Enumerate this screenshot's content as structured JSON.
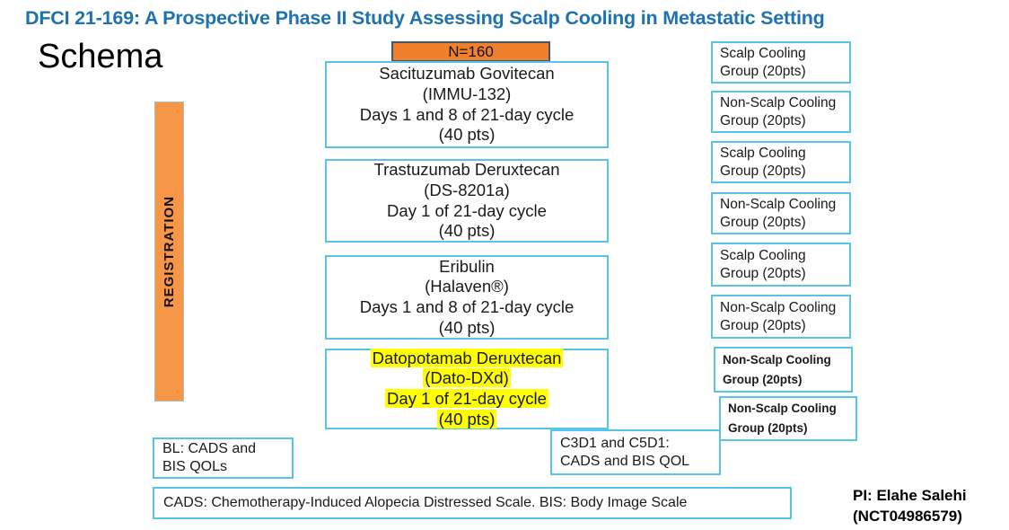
{
  "title": "DFCI 21-169: A Prospective Phase II Study Assessing Scalp Cooling in Metastatic Setting",
  "schema_heading": "Schema",
  "n_total": "N=160",
  "registration_label": "REGISTRATION",
  "treatment_arms": [
    {
      "name": "Sacituzumab Govitecan",
      "lines": [
        "Sacituzumab Govitecan",
        "(IMMU-132)",
        "Days 1 and 8 of 21-day cycle",
        "(40 pts)"
      ],
      "highlighted": false
    },
    {
      "name": "Trastuzumab Deruxtecan",
      "lines": [
        "Trastuzumab Deruxtecan",
        "(DS-8201a)",
        "Day 1 of 21-day cycle",
        "(40 pts)"
      ],
      "highlighted": false
    },
    {
      "name": "Eribulin",
      "lines": [
        "Eribulin",
        "(Halaven®)",
        "Days 1 and 8 of 21-day cycle",
        "(40 pts)"
      ],
      "highlighted": false
    },
    {
      "name": "Datopotamab Deruxtecan",
      "lines": [
        "Datopotamab Deruxtecan",
        "(Dato-DXd)",
        "Day 1 of 21-day cycle",
        "(40 pts)"
      ],
      "highlighted": true
    }
  ],
  "cooling_groups": [
    {
      "line1": "Scalp Cooling",
      "line2": "Group (20pts)",
      "bold": false
    },
    {
      "line1": "Non-Scalp Cooling",
      "line2": "Group (20pts)",
      "bold": false
    },
    {
      "line1": "Scalp Cooling",
      "line2": "Group (20pts)",
      "bold": false
    },
    {
      "line1": "Non-Scalp Cooling",
      "line2": "Group (20pts)",
      "bold": false
    },
    {
      "line1": "Scalp Cooling",
      "line2": "Group (20pts)",
      "bold": false
    },
    {
      "line1": "Non-Scalp Cooling",
      "line2": "Group (20pts)",
      "bold": false
    },
    {
      "line1": "Non-Scalp Cooling",
      "line2": "Group (20pts)",
      "bold": true
    },
    {
      "line1": "Non-Scalp Cooling",
      "line2": "Group (20pts)",
      "bold": true
    }
  ],
  "qol_boxes": {
    "baseline": {
      "line1": "BL: CADS and",
      "line2": "BIS QOLs"
    },
    "cycles": {
      "line1": "C3D1 and C5D1:",
      "line2": "CADS and BIS QOL"
    }
  },
  "legend": "CADS: Chemotherapy-Induced Alopecia Distressed Scale. BIS: Body Image Scale",
  "pi": {
    "line1": "PI: Elahe Salehi",
    "line2": "(NCT04986579)"
  },
  "colors": {
    "title_blue": "#1F72AD",
    "box_border_cyan": "#56C5E8",
    "orange_fill": "#F0802C",
    "registration_orange": "#F79646",
    "n_box_border": "#44546A",
    "highlight_yellow": "#FFFF00"
  }
}
